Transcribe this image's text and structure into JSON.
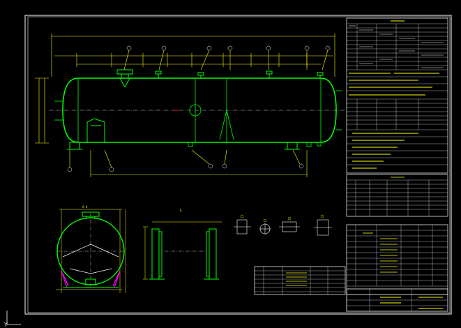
{
  "drawing": {
    "top_view_label": "A-A",
    "side_view_label": "A",
    "ucs_axis_label": "Y",
    "colors": {
      "background": "#000000",
      "vessel": "#00ff00",
      "dimension": "#ffff00",
      "text": "#ffffff",
      "section": "#ff00ff",
      "accent": "#00ffff"
    }
  }
}
